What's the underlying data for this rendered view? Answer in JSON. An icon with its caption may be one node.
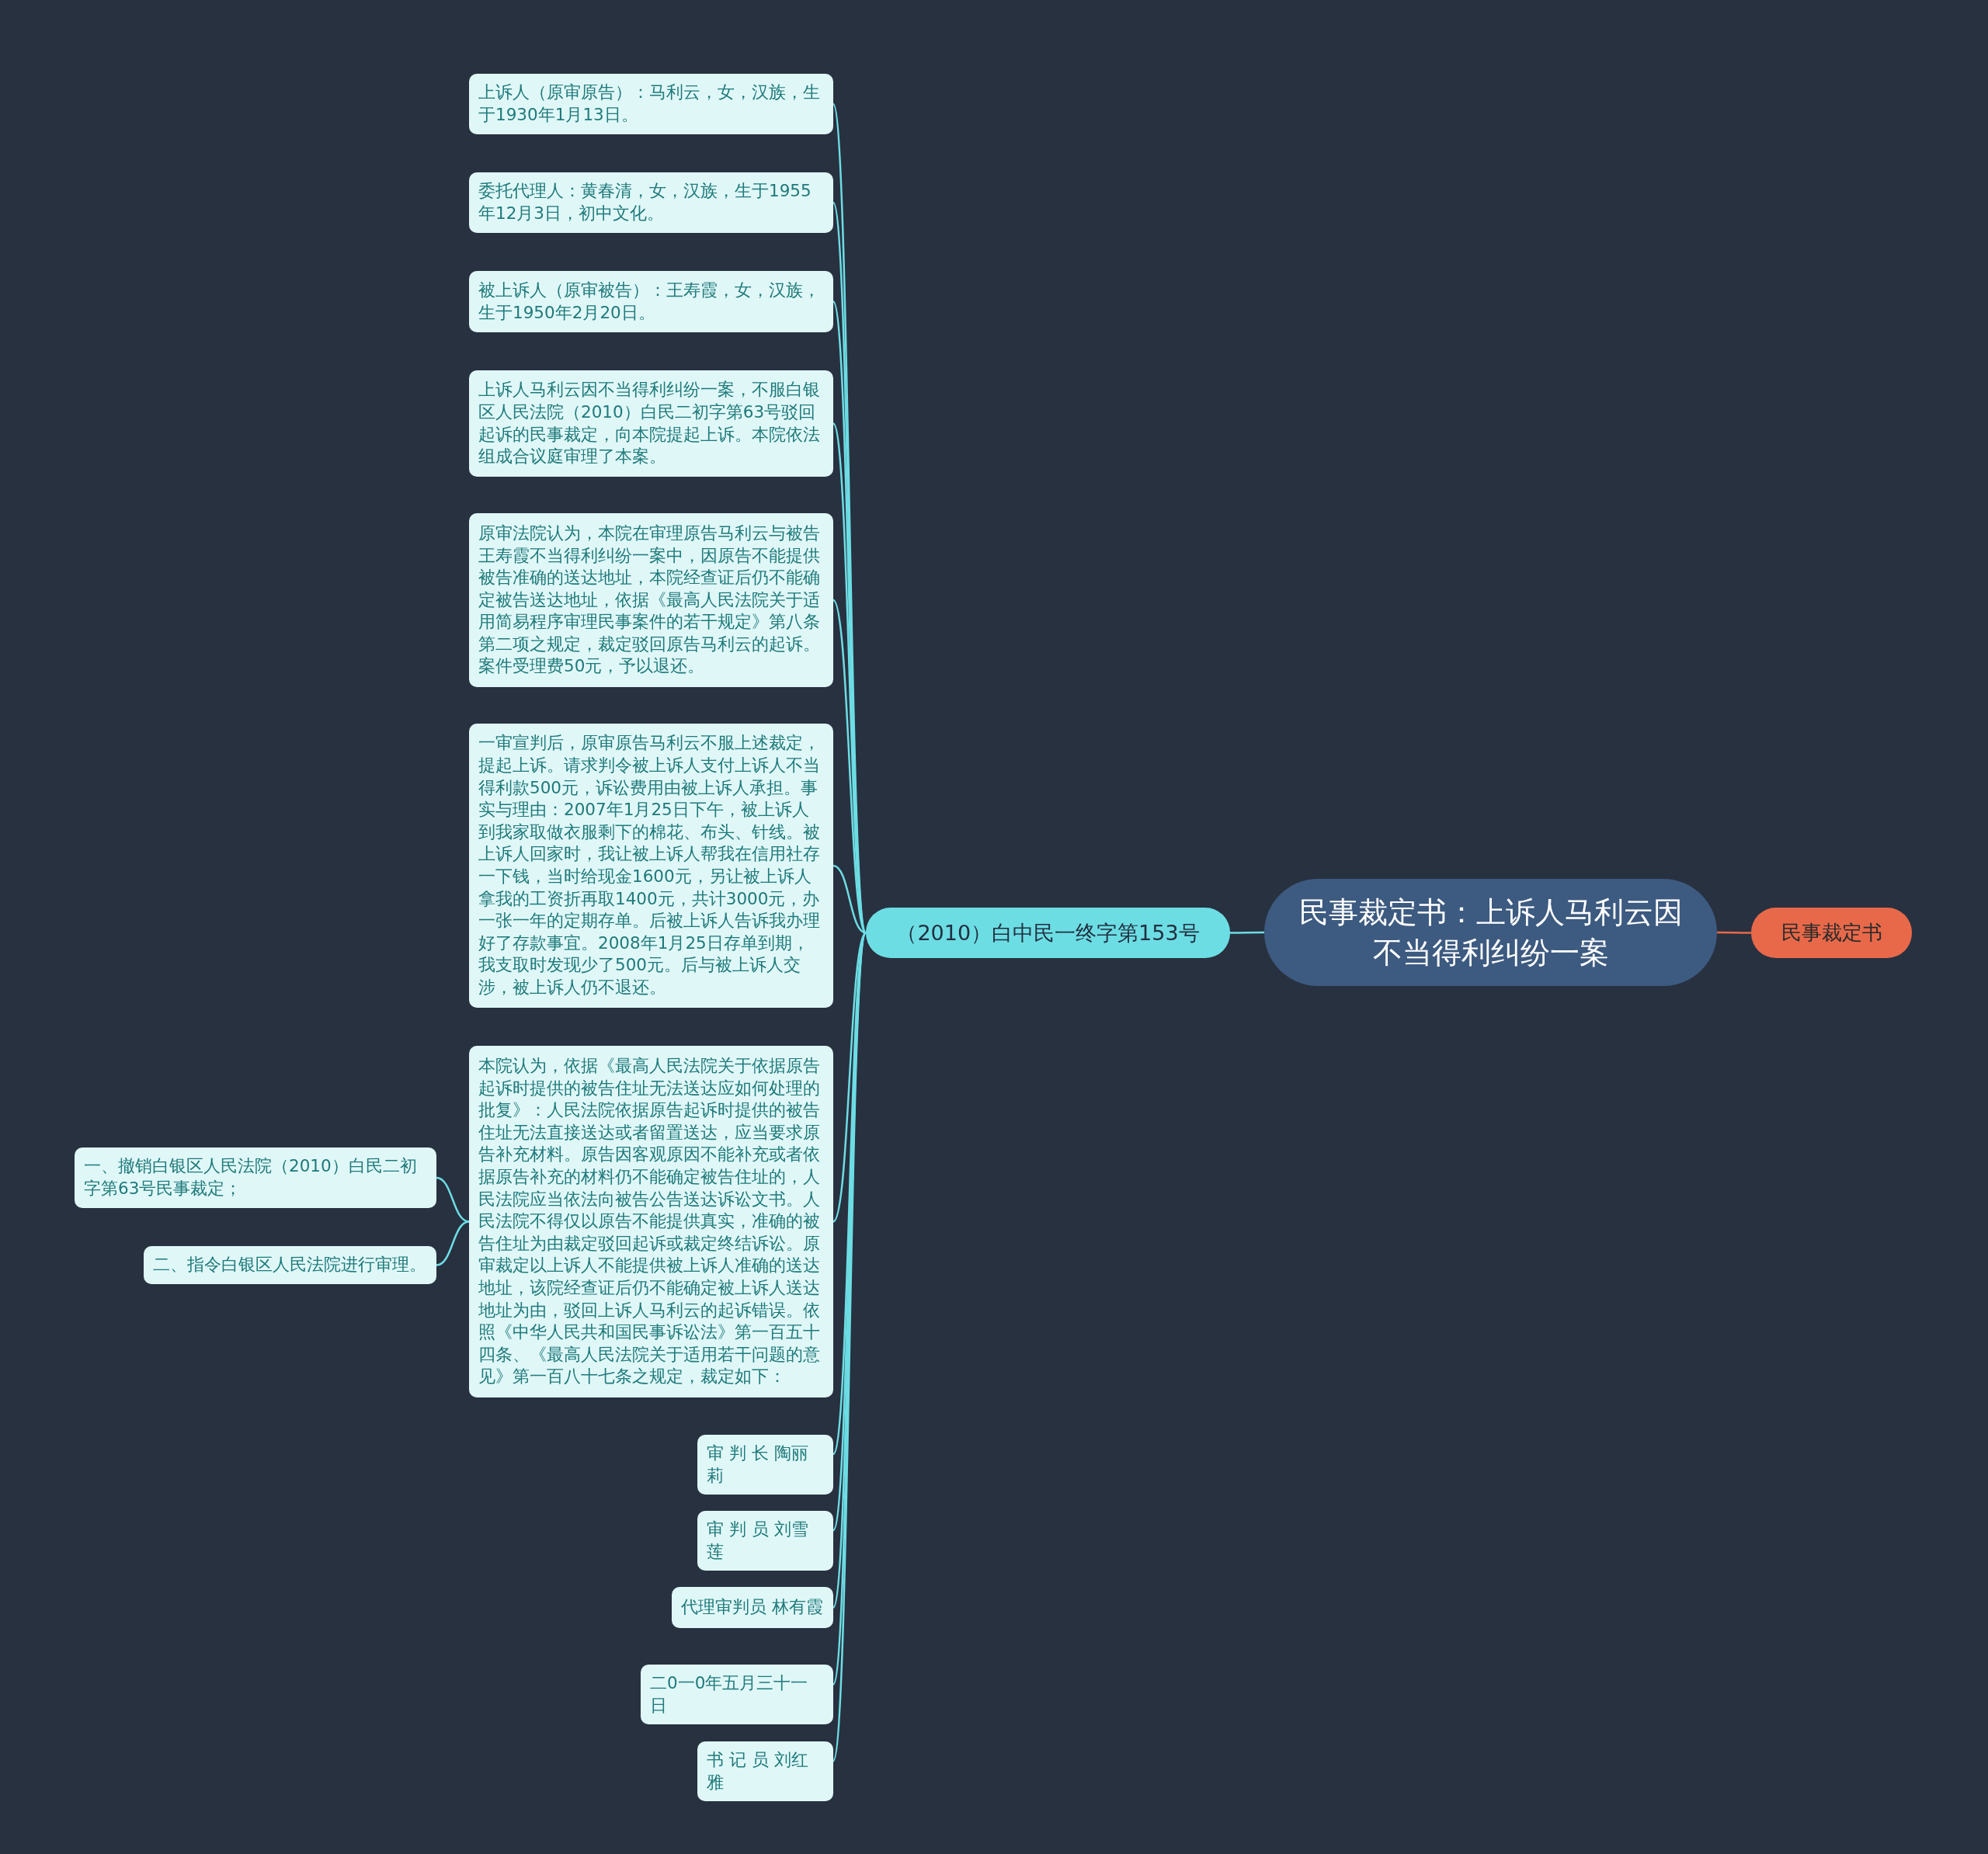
{
  "diagram": {
    "nodes": [
      {
        "text": [
          "民事裁定书：上诉人马利云因不当得利纠纷一案"
        ]
      },
      {
        "text": [
          "民事裁定书"
        ]
      },
      {
        "text": [
          "（2010）白中民一终字第153号"
        ]
      },
      {
        "text": [
          "上诉人（原审原告）：马利云，女，汉族，生于1930年1月13日。"
        ]
      },
      {
        "text": [
          "委托代理人：黄春清，女，汉族，生于1955年12月3日，初中文化。"
        ]
      },
      {
        "text": [
          "被上诉人（原审被告）：王寿霞，女，汉族，生于1950年2月20日。"
        ]
      },
      {
        "text": [
          "上诉人马利云因不当得利纠纷一案，不服白银区人民法院（2010）白民二初字第63号驳回起诉的民事裁定，向本院提起上诉。本院依法组成合议庭审理了本案。"
        ]
      },
      {
        "text": [
          "原审法院认为，本院在审理原告马利云与被告王寿霞不当得利纠纷一案中，因原告不能提供被告准确的送达地址，本院经查证后仍不能确定被告送达地址，依据《最高人民法院关于适用简易程序审理民事案件的若干规定》第八条第二项之规定，裁定驳回原告马利云的起诉。案件受理费50元，予以退还。"
        ]
      },
      {
        "text": [
          "一审宣判后，原审原告马利云不服上述裁定，提起上诉。请求判令被上诉人支付上诉人不当得利款500元，诉讼费用由被上诉人承担。事实与理由：2007年1月25日下午，被上诉人到我家取做衣服剩下的棉花、布头、针线。被上诉人回家时，我让被上诉人帮我在信用社存一下钱，当时给现金1600元，另让被上诉人拿我的工资折再取1400元，共计3000元，办一张一年的定期存单。后被上诉人告诉我办理好了存款事宜。2008年1月25日存单到期，我支取时发现少了500元。后与被上诉人交涉，被上诉人仍不退还。"
        ]
      },
      {
        "text": [
          "本院认为，依据《最高人民法院关于依据原告起诉时提供的被告住址无法送达应如何处理的批复》：人民法院依据原告起诉时提供的被告住址无法直接送达或者留置送达，应当要求原告补充材料。原告因客观原因不能补充或者依据原告补充的材料仍不能确定被告住址的，人民法院应当依法向被告公告送达诉讼文书。人民法院不得仅以原告不能提供真实，准确的被告住址为由裁定驳回起诉或裁定终结诉讼。原审裁定以上诉人不能提供被上诉人准确的送达地址，该院经查证后仍不能确定被上诉人送达地址为由，驳回上诉人马利云的起诉错误。依照《中华人民共和国民事诉讼法》第一百五十四条、《最高人民法院关于适用若干问题的意见》第一百八十七条之规定，裁定如下："
        ]
      },
      {
        "text": [
          "审 判 长 陶丽莉"
        ]
      },
      {
        "text": [
          "审 判 员 刘雪莲"
        ]
      },
      {
        "text": [
          "代理审判员 林有霞"
        ]
      },
      {
        "text": [
          "二0一0年五月三十一日"
        ]
      },
      {
        "text": [
          "书 记 员 刘红雅"
        ]
      },
      {
        "text": [
          "一、撤销白银区人民法院（2010）白民二初字第63号民事裁定；"
        ]
      },
      {
        "text": [
          "二、指令白银区人民法院进行审理。"
        ]
      }
    ],
    "edges": [
      {
        "from": 0,
        "to": 1,
        "arrow": "none",
        "color": "#e8694a"
      },
      {
        "from": 0,
        "to": 2,
        "arrow": "none"
      },
      {
        "from": 2,
        "to": 3,
        "arrow": "none"
      },
      {
        "from": 2,
        "to": 4,
        "arrow": "none"
      },
      {
        "from": 2,
        "to": 5,
        "arrow": "none"
      },
      {
        "from": 2,
        "to": 6,
        "arrow": "none"
      },
      {
        "from": 2,
        "to": 7,
        "arrow": "none"
      },
      {
        "from": 2,
        "to": 8,
        "arrow": "none"
      },
      {
        "from": 2,
        "to": 9,
        "arrow": "none"
      },
      {
        "from": 2,
        "to": 10,
        "arrow": "none"
      },
      {
        "from": 2,
        "to": 11,
        "arrow": "none"
      },
      {
        "from": 2,
        "to": 12,
        "arrow": "none"
      },
      {
        "from": 2,
        "to": 13,
        "arrow": "none"
      },
      {
        "from": 2,
        "to": 14,
        "arrow": "none"
      },
      {
        "from": 9,
        "to": 15,
        "arrow": "none"
      },
      {
        "from": 9,
        "to": 16,
        "arrow": "none"
      }
    ]
  }
}
